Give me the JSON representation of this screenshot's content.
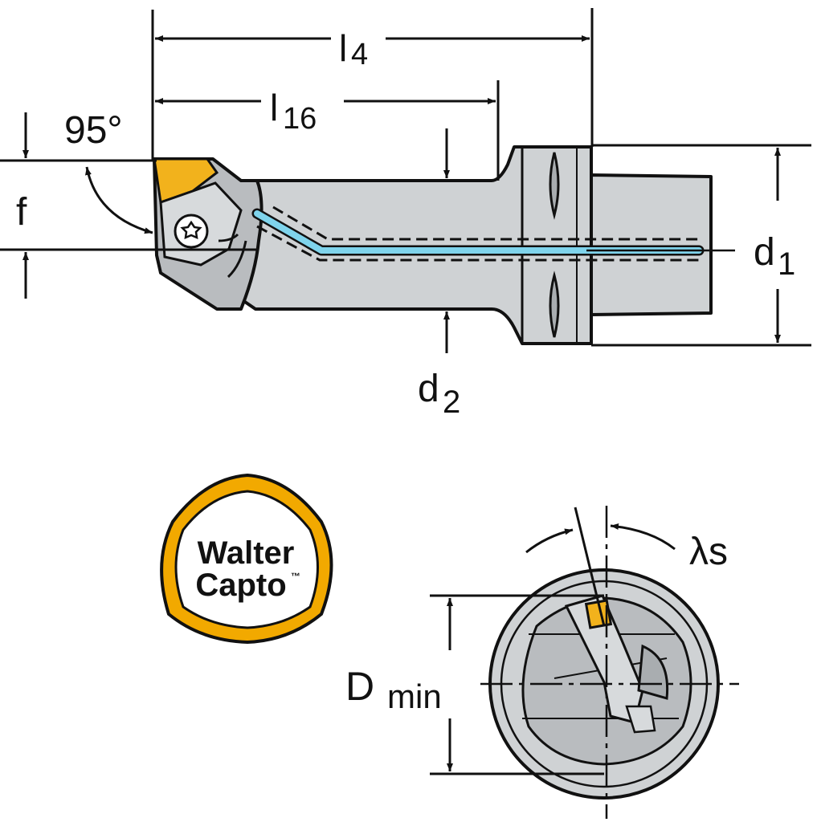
{
  "colors": {
    "outline": "#111111",
    "steel": "#cfd2d4",
    "steel_dark": "#a9adb0",
    "coolant": "#7fd4ec",
    "insert": "#f2b21c",
    "logo_ring": "#f2a900"
  },
  "labels": {
    "l4_main": "l",
    "l4_sub": "4",
    "l16_main": "l",
    "l16_sub": "16",
    "angle": "95°",
    "f": "f",
    "d1_main": "d",
    "d1_sub": "1",
    "d2_main": "d",
    "d2_sub": "2",
    "dmin_main": "D",
    "dmin_sub": "min",
    "lambda_s": "λs"
  },
  "logo": {
    "line1": "Walter",
    "line2": "Capto",
    "trademark": "™"
  }
}
